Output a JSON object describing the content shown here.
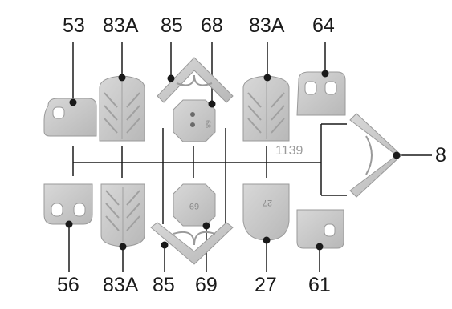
{
  "callouts": {
    "top": [
      "53",
      "83A",
      "85",
      "68",
      "83A",
      "64"
    ],
    "bottom": [
      "56",
      "83A",
      "85",
      "69",
      "27",
      "61"
    ],
    "right": "8"
  },
  "group_label": "1139",
  "part_markings": {
    "p68": "68",
    "p69": "69",
    "p27": "27"
  },
  "colors": {
    "part_fill": "#c9c9c9",
    "part_shade": "#a8a8a8",
    "line": "#1a1a1a",
    "group_label": "#9a9a9a"
  }
}
